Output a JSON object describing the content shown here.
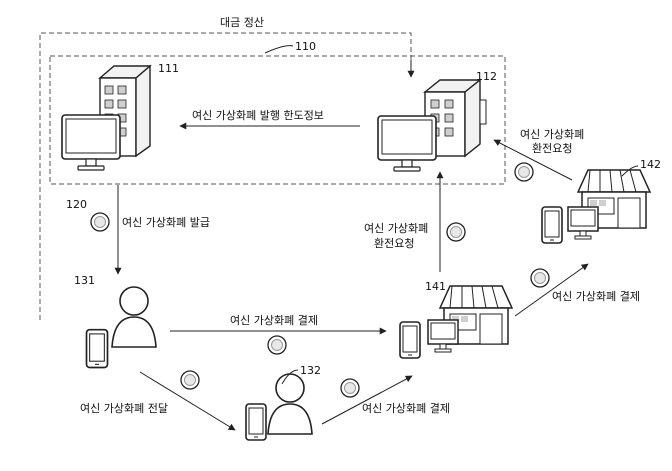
{
  "labels": {
    "settlement": "대금 정산",
    "ref_110": "110",
    "ref_111": "111",
    "ref_112": "112",
    "ref_120": "120",
    "ref_131": "131",
    "ref_132": "132",
    "ref_141": "141",
    "ref_142": "142",
    "issue_limit_info": "여신 가상화폐 발행 한도정보",
    "issuance": "여신 가상화폐 발급",
    "exchange_req_left_l1": "여신 가상화폐",
    "exchange_req_left_l2": "환전요청",
    "exchange_req_right_l1": "여신 가상화폐",
    "exchange_req_right_l2": "환전요청",
    "payment_131_141": "여신 가상화폐 결제",
    "payment_141_142": "여신 가상화폐 결제",
    "transfer": "여신 가상화폐 전달",
    "payment_132_141": "여신 가상화폐 결제"
  },
  "icons": {
    "issuer_server": "building-with-monitor-icon",
    "exchange_server": "building-with-monitor-icon",
    "user_131": "person-with-phone-icon",
    "user_132": "person-with-phone-icon",
    "merchant_141": "store-with-pos-icon",
    "merchant_142": "store-with-pos-icon",
    "step_marker": "circle-marker-icon"
  },
  "colors": {
    "line": "#222222",
    "dash_box": "#555555",
    "building_fill": "#f2f2f2",
    "window_fill": "#cfcfcf"
  }
}
